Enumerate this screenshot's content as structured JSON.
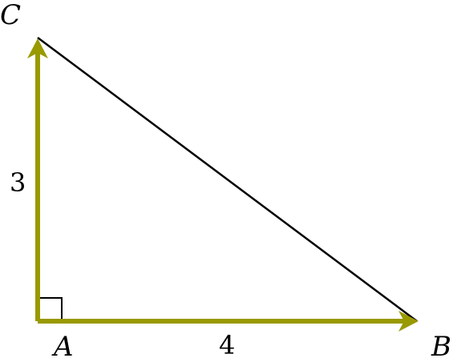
{
  "diagram": {
    "vertices": {
      "A": "A",
      "B": "B",
      "C": "C"
    },
    "side_labels": {
      "AB": "4",
      "AC": "3"
    },
    "right_angle_at": "A",
    "colors": {
      "vector": "#999900",
      "hypotenuse": "#000000",
      "background": "#ffffff"
    }
  }
}
